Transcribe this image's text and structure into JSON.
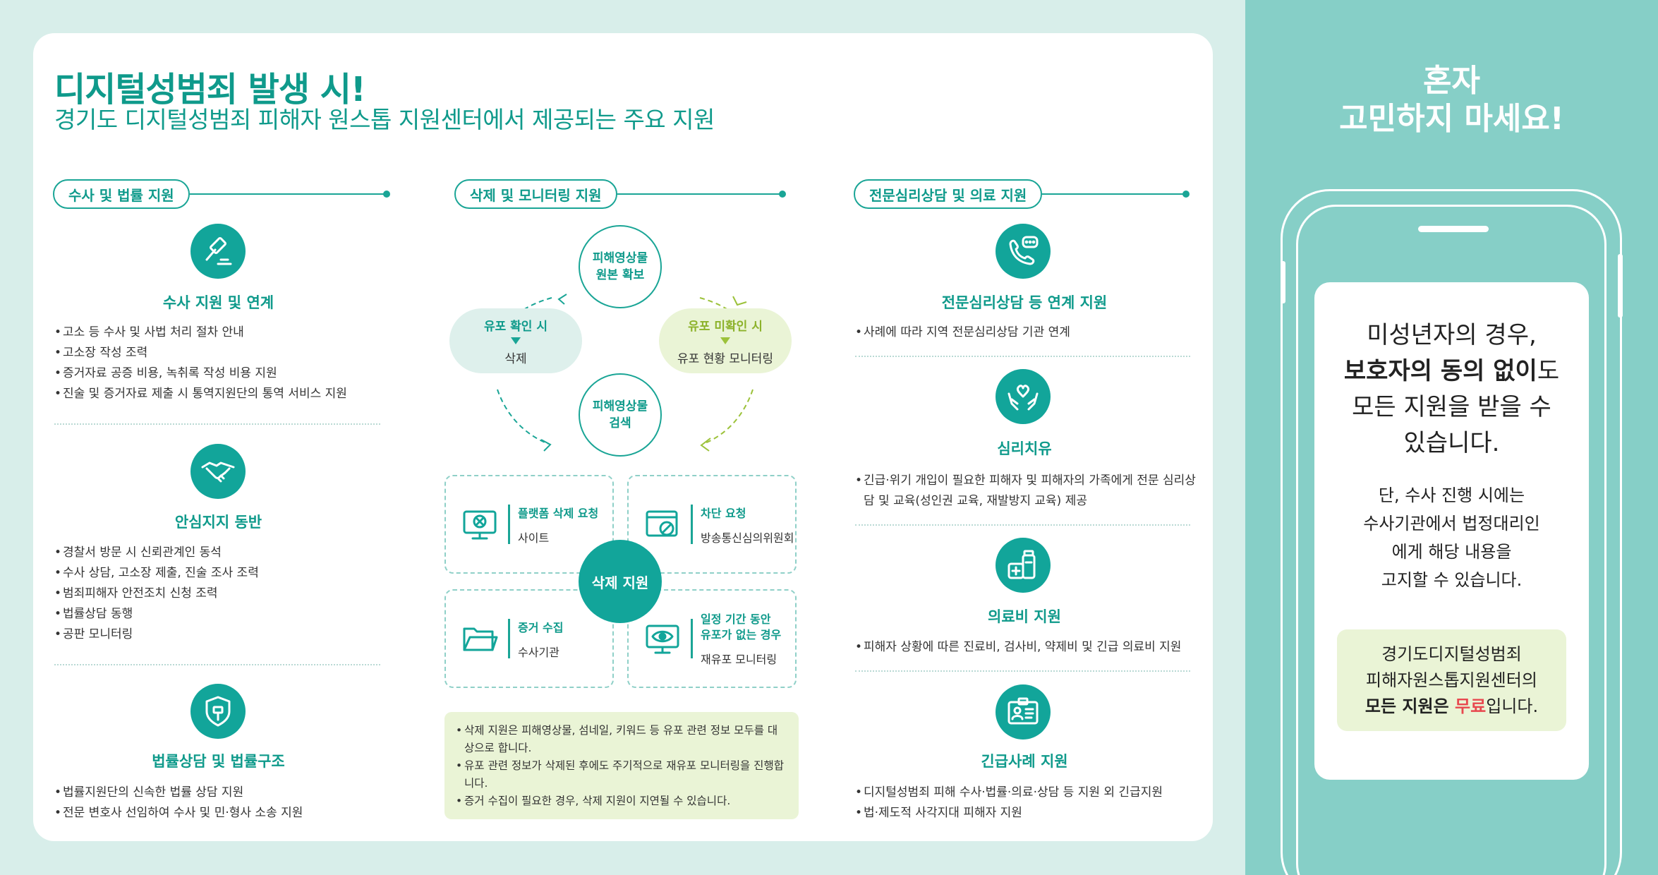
{
  "header": {
    "title": "디지털성범죄 발생 시!",
    "subtitle": "경기도 디지털성범죄 피해자 원스톱 지원센터에서 제공되는 주요 지원"
  },
  "left": {
    "heading": "수사 및 법률 지원",
    "sections": [
      {
        "title": "수사 지원 및 연계",
        "items": [
          "고소 등 수사 및 사법 처리 절차 안내",
          "고소장 작성 조력",
          "증거자료 공증 비용, 녹취록 작성 비용 지원",
          "진술 및 증거자료 제출 시 통역지원단의 통역 서비스 지원"
        ]
      },
      {
        "title": "안심지지 동반",
        "items": [
          "경찰서 방문 시 신뢰관계인 동석",
          "수사 상담, 고소장 제출, 진술 조사 조력",
          "범죄피해자 안전조치 신청 조력",
          "법률상담 동행",
          "공판 모니터링"
        ]
      },
      {
        "title": "법률상담 및 법률구조",
        "items": [
          "법률지원단의 신속한 법률 상담 지원",
          "전문 변호사 선임하여 수사 및 민·형사 소송 지원"
        ]
      }
    ]
  },
  "middle": {
    "heading": "삭제 및 모니터링 지원",
    "cycle": {
      "top": "피해영상물\n원본 확보",
      "bottom": "피해영상물\n검색",
      "left_a": "유포 확인 시",
      "left_b": "삭제",
      "right_a": "유포 미확인 시",
      "right_b": "유포 현황 모니터링"
    },
    "center": "삭제 지원",
    "boxes": [
      {
        "t1": "플랫폼 삭제 요청",
        "t2": "사이트"
      },
      {
        "t1": "차단 요청",
        "t2": "방송통신심의위원회"
      },
      {
        "t1": "증거 수집",
        "t2": "수사기관"
      },
      {
        "t1": "일정 기간 동안\n유포가 없는 경우",
        "t2": "재유포 모니터링"
      }
    ],
    "notes": [
      "삭제 지원은 피해영상물, 섬네일, 키워드 등 유포 관련 정보 모두를 대상으로 합니다.",
      "유포 관련 정보가 삭제된 후에도 주기적으로 재유포 모니터링을 진행합니다.",
      "증거 수집이 필요한 경우, 삭제 지원이 지연될 수 있습니다."
    ]
  },
  "right_col": {
    "heading": "전문심리상담 및 의료 지원",
    "sections": [
      {
        "title": "전문심리상담 등 연계 지원",
        "items": [
          "사례에 따라 지역 전문심리상담 기관 연계"
        ]
      },
      {
        "title": "심리치유",
        "items": [
          "긴급·위기 개입이 필요한 피해자 및 피해자의 가족에게 전문 심리상담 및 교육(성인권 교육, 재발방지 교육) 제공"
        ]
      },
      {
        "title": "의료비 지원",
        "items": [
          "피해자 상황에 따른 진료비, 검사비, 약제비 및 긴급 의료비 지원"
        ]
      },
      {
        "title": "긴급사례 지원",
        "items": [
          "디지털성범죄 피해 수사·법률·의료·상담 등 지원 외 긴급지원",
          "법·제도적 사각지대 피해자 지원"
        ]
      }
    ]
  },
  "panel": {
    "title_1": "혼자",
    "title_2": "고민하지 마세요!",
    "msg_1": "미성년자의 경우,",
    "msg_2_bold": "보호자의 동의 없이",
    "msg_2_rest": "도",
    "msg_3": "모든 지원을 받을 수",
    "msg_4": "있습니다.",
    "note_1": "단, 수사 진행 시에는",
    "note_2": "수사기관에서 법정대리인",
    "note_3": "에게 해당 내용을",
    "note_4": "고지할 수 있습니다.",
    "free_1": "경기도디지털성범죄",
    "free_2": "피해자원스톱지원센터의",
    "free_3_bold": "모든 지원은 ",
    "free_3_red": "무료",
    "free_3_rest": "입니다."
  },
  "colors": {
    "teal": "#12a59a",
    "teal_dark": "#0f9a8b",
    "lime": "#9cc23a",
    "panel": "#86cfc7",
    "note_bg": "#eaf4d6",
    "free_red": "#e8484f"
  }
}
